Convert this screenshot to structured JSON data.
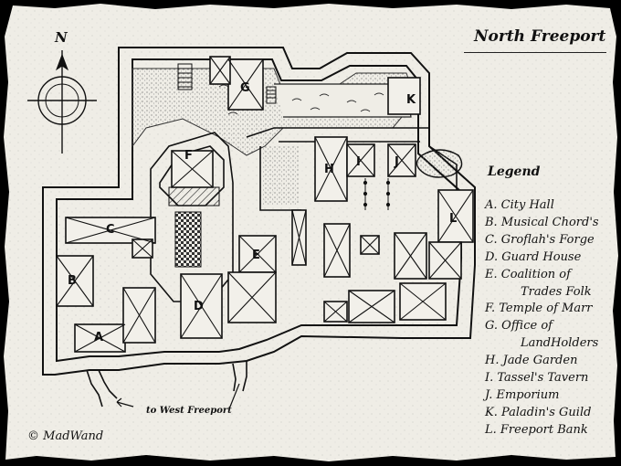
{
  "map": {
    "title": "North Freeport",
    "north_label": "N",
    "credit": "© MadWand",
    "road_note": "to West Freeport",
    "legend": {
      "title": "Legend",
      "items": [
        {
          "key": "A",
          "lines": [
            "A. City Hall"
          ]
        },
        {
          "key": "B",
          "lines": [
            "B. Musical Chord's"
          ]
        },
        {
          "key": "C",
          "lines": [
            "C. Groflah's Forge"
          ]
        },
        {
          "key": "D",
          "lines": [
            "D. Guard House"
          ]
        },
        {
          "key": "E",
          "lines": [
            "E. Coalition of",
            "Trades Folk"
          ]
        },
        {
          "key": "F",
          "lines": [
            "F. Temple of Marr"
          ]
        },
        {
          "key": "G",
          "lines": [
            "G. Office of",
            "LandHolders"
          ]
        },
        {
          "key": "H",
          "lines": [
            "H. Jade Garden"
          ]
        },
        {
          "key": "I",
          "lines": [
            "I. Tassel's Tavern"
          ]
        },
        {
          "key": "J",
          "lines": [
            "J. Emporium"
          ]
        },
        {
          "key": "K",
          "lines": [
            "K. Paladin's Guild"
          ]
        },
        {
          "key": "L",
          "lines": [
            "L. Freeport Bank"
          ]
        }
      ]
    },
    "colors": {
      "ink": "#111111",
      "parchment": "#efede6",
      "border": "#000000"
    }
  }
}
